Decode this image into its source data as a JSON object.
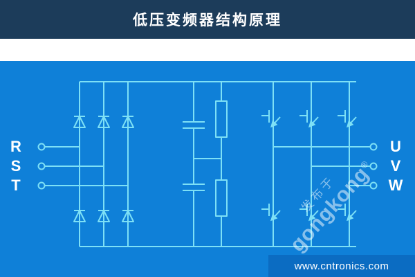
{
  "header": {
    "title": "低压变频器结构原理"
  },
  "circuit": {
    "inputs": [
      "R",
      "S",
      "T"
    ],
    "outputs": [
      "U",
      "V",
      "W"
    ],
    "sections": [
      "rectifier-bridge",
      "dc-link",
      "inverter-bridge"
    ]
  },
  "watermark": {
    "prefix": "发布于",
    "brand": "gongkong",
    "reg": "®"
  },
  "footer": {
    "url": "www.cntronics.com"
  },
  "colors": {
    "header_bg": "#1c3c5a",
    "band_bg": "#ffffff",
    "main_bg": "#0f80d8",
    "line": "#7de0f6",
    "footer_bg": "#0b6cc2",
    "text": "#ffffff"
  }
}
